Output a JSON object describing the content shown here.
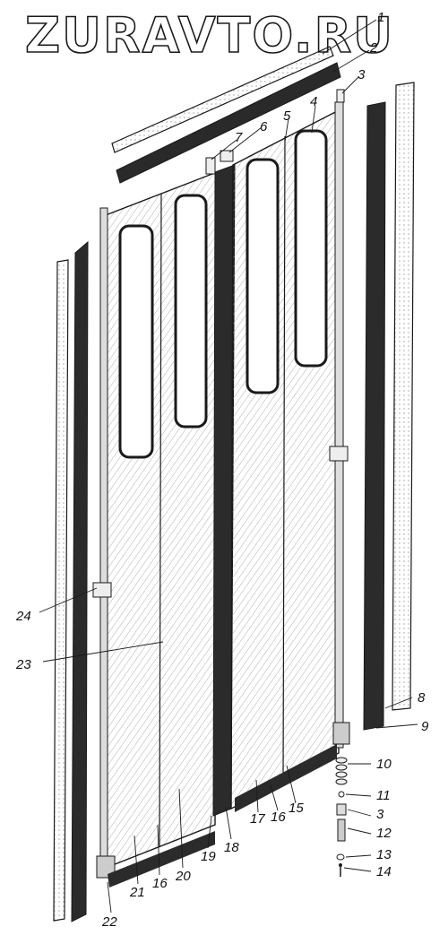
{
  "watermark": "ZURAVTO.RU",
  "callouts": {
    "c1": "1",
    "c2": "2",
    "c3a": "3",
    "c4": "4",
    "c5": "5",
    "c6": "6",
    "c7": "7",
    "c8": "8",
    "c9": "9",
    "c10": "10",
    "c11": "11",
    "c3b": "3",
    "c12": "12",
    "c13": "13",
    "c14": "14",
    "c15": "15",
    "c16a": "16",
    "c17": "17",
    "c18": "18",
    "c19": "19",
    "c20": "20",
    "c16b": "16",
    "c21": "21",
    "c22": "22",
    "c23": "23",
    "c24": "24"
  }
}
